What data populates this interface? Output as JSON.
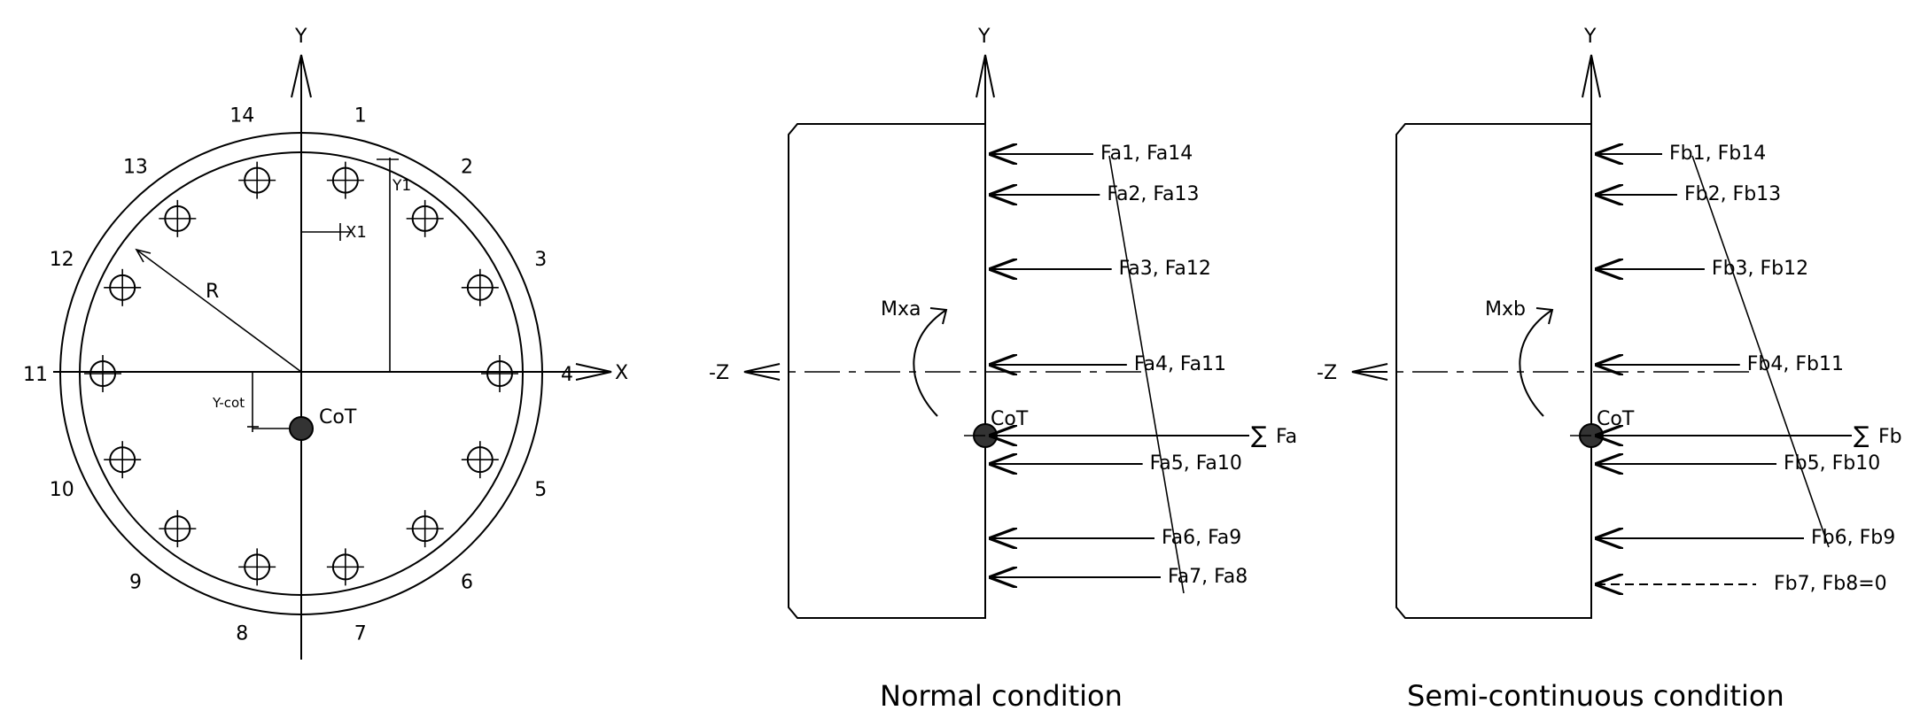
{
  "left_diagram": {
    "axis_y": "Y",
    "axis_x": "X",
    "radius_label": "R",
    "x1_label": "X1",
    "y1_label": "Y1",
    "ycot_label": "Y-cot",
    "cot_label": "CoT",
    "bolt_numbers": [
      "1",
      "2",
      "3",
      "4",
      "5",
      "6",
      "7",
      "8",
      "9",
      "10",
      "11",
      "12",
      "13",
      "14"
    ]
  },
  "normal": {
    "axis_y": "Y",
    "axis_z": "-Z",
    "moment": "Mxa",
    "cot": "CoT",
    "sum_force": "Fa",
    "forces": [
      "Fa1, Fa14",
      "Fa2, Fa13",
      "Fa3, Fa12",
      "Fa4, Fa11",
      "Fa5, Fa10",
      "Fa6, Fa9",
      "Fa7, Fa8"
    ],
    "caption": "Normal condition"
  },
  "semi": {
    "axis_y": "Y",
    "axis_z": "-Z",
    "moment": "Mxb",
    "cot": "CoT",
    "sum_force": "Fb",
    "forces": [
      "Fb1, Fb14",
      "Fb2, Fb13",
      "Fb3, Fb12",
      "Fb4, Fb11",
      "Fb5, Fb10",
      "Fb6, Fb9",
      "Fb7, Fb8=0"
    ],
    "caption": "Semi-continuous condition"
  }
}
